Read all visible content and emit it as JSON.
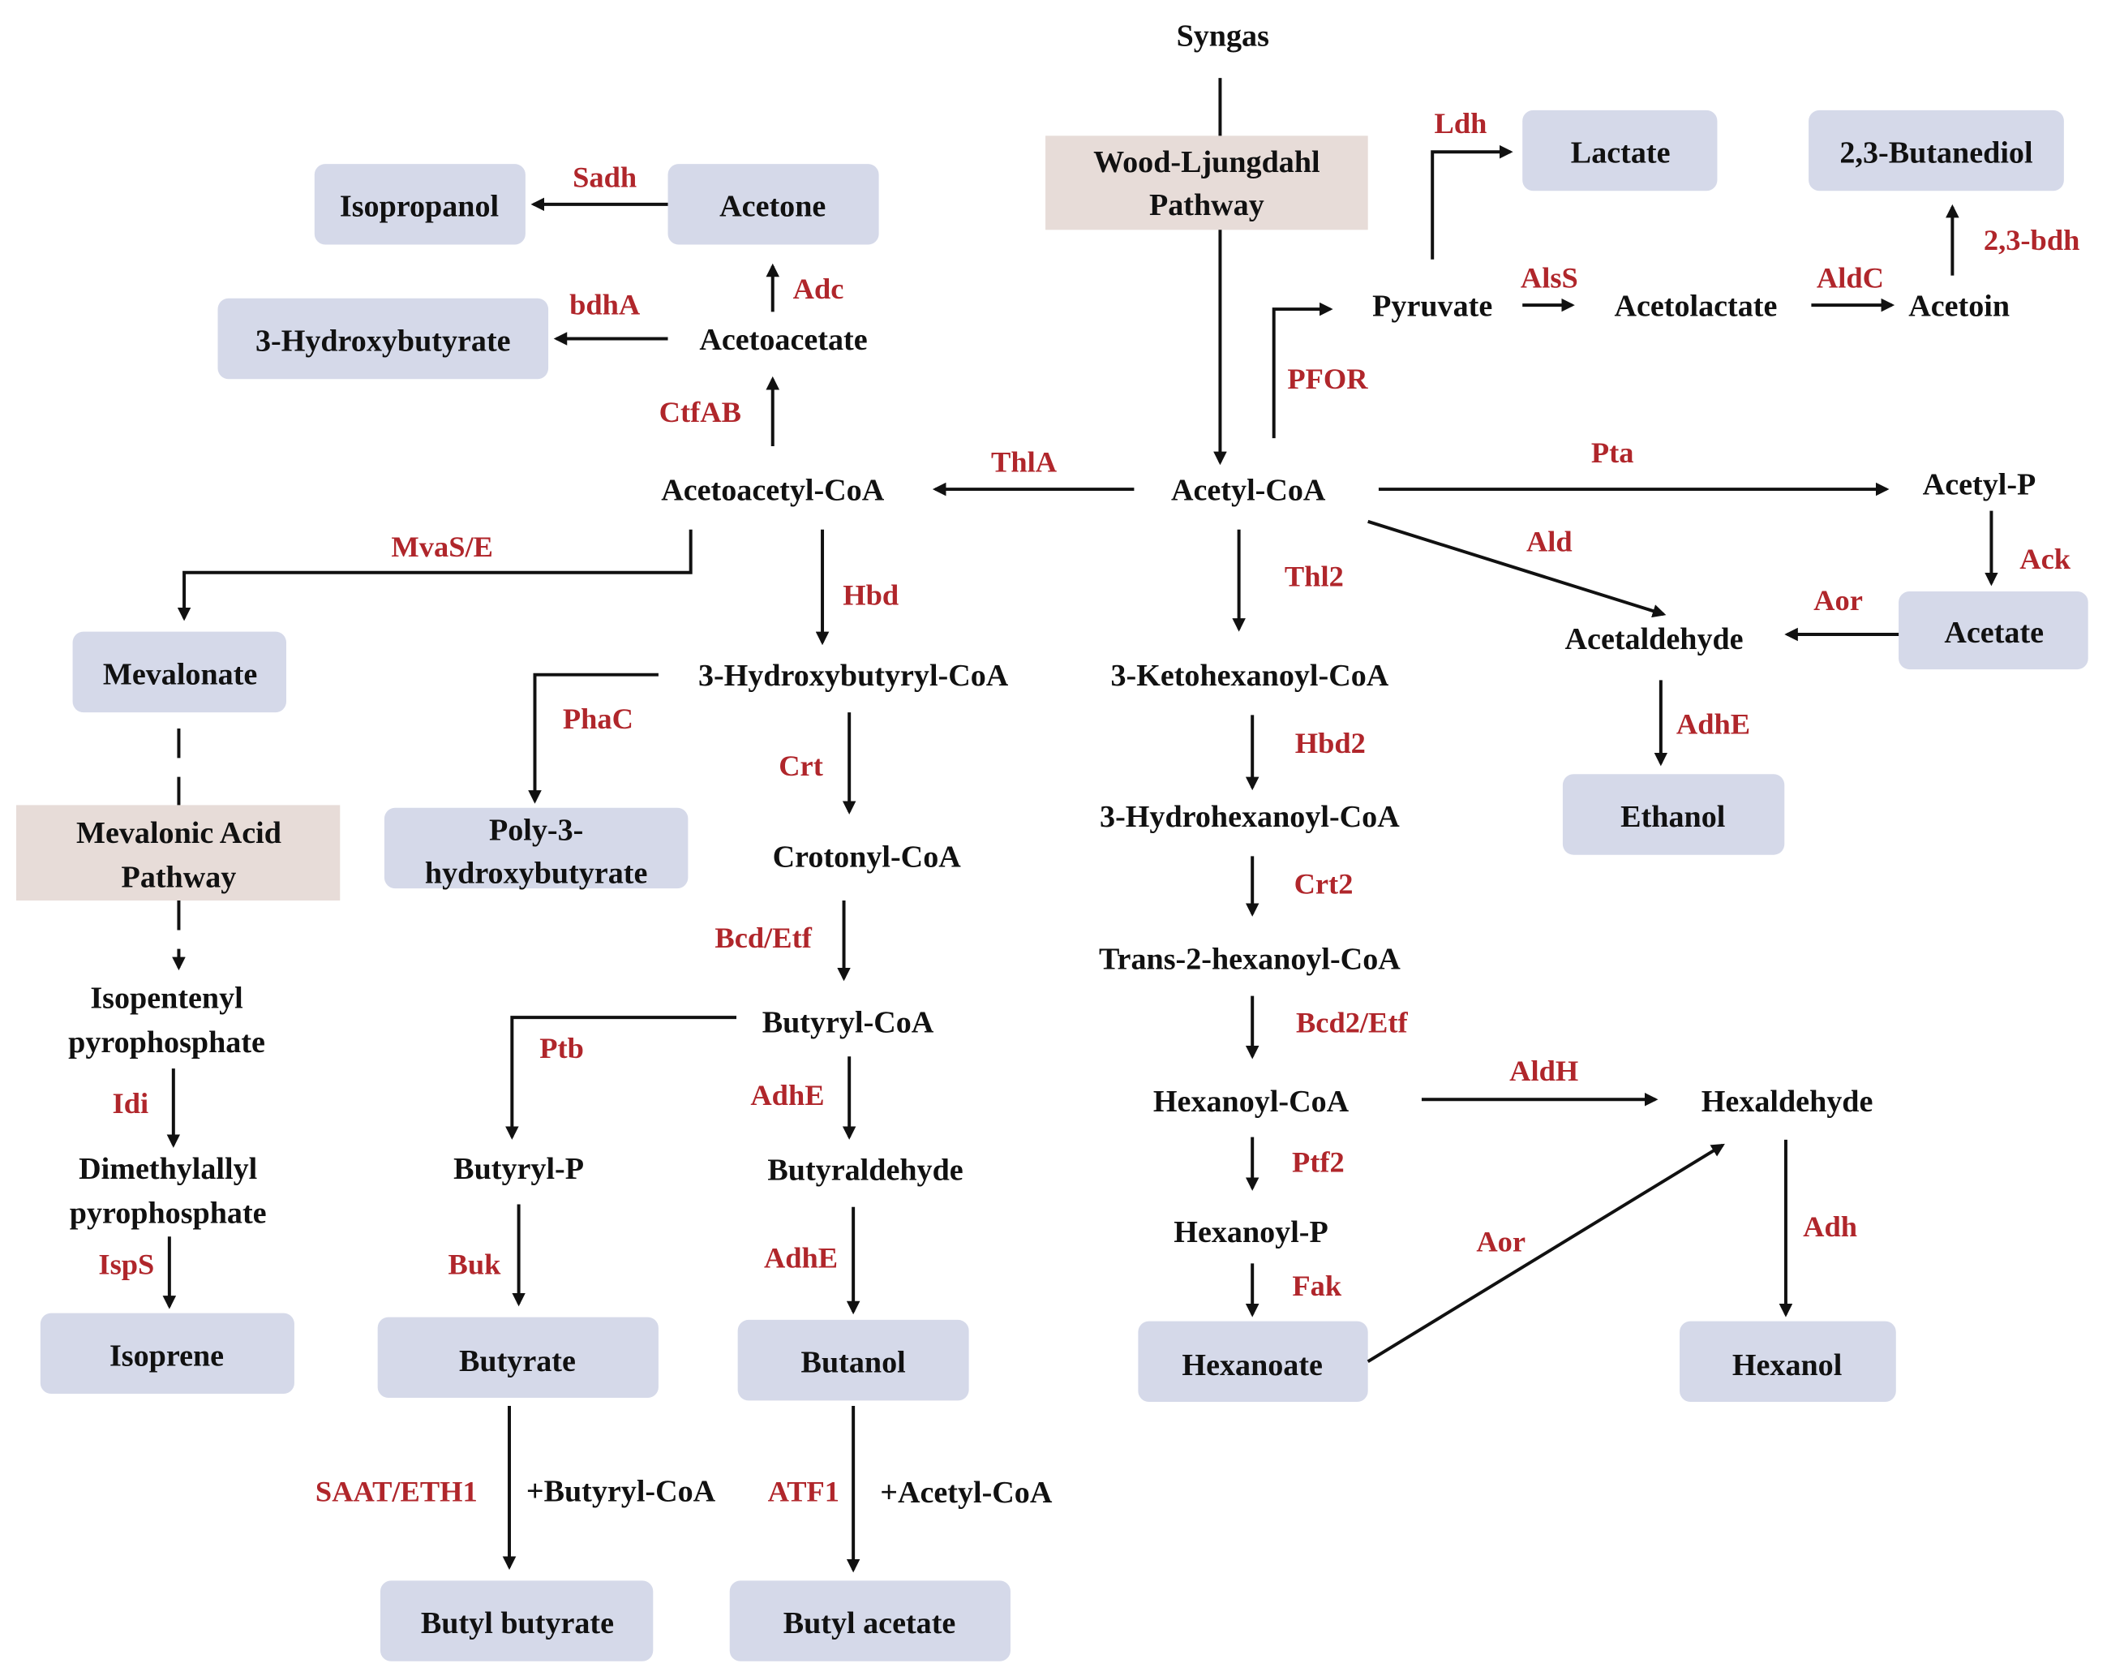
{
  "title": "Syngas fermentation metabolic pathways",
  "colors": {
    "product_box": "#d5d9e9",
    "pathway_box": "#e7dcd8",
    "enzyme_text": "#b0262b",
    "text": "#111111"
  },
  "nodes": {
    "syngas": "Syngas",
    "wlp_1": "Wood-Ljungdahl",
    "wlp_2": "Pathway",
    "lactate": "Lactate",
    "butanediol": "2,3-Butanediol",
    "isopropanol": "Isopropanol",
    "acetone": "Acetone",
    "hydroxybutyrate": "3-Hydroxybutyrate",
    "acetoacetate": "Acetoacetate",
    "pyruvate": "Pyruvate",
    "acetolactate": "Acetolactate",
    "acetoin": "Acetoin",
    "acetoacetyl_coa": "Acetoacetyl-CoA",
    "acetyl_coa": "Acetyl-CoA",
    "acetyl_p": "Acetyl-P",
    "mevalonate": "Mevalonate",
    "hb_coa": "3-Hydroxybutyryl-CoA",
    "ketohexanoyl_coa": "3-Ketohexanoyl-CoA",
    "acetaldehyde": "Acetaldehyde",
    "acetate": "Acetate",
    "mva_1": "Mevalonic Acid",
    "mva_2": "Pathway",
    "phb_1": "Poly-3-",
    "phb_2": "hydroxybutyrate",
    "crotonyl_coa": "Crotonyl-CoA",
    "hydrohexanoyl_coa": "3-Hydrohexanoyl-CoA",
    "ethanol": "Ethanol",
    "trans_hexenoyl_coa": "Trans-2-hexanoyl-CoA",
    "ipp_1": "Isopentenyl",
    "ipp_2": "pyrophosphate",
    "butyryl_coa": "Butyryl-CoA",
    "hexanoyl_coa": "Hexanoyl-CoA",
    "hexaldehyde": "Hexaldehyde",
    "dmapp_1": "Dimethylallyl",
    "dmapp_2": "pyrophosphate",
    "butyryl_p": "Butyryl-P",
    "butyraldehyde": "Butyraldehyde",
    "hexanoyl_p": "Hexanoyl-P",
    "isoprene": "Isoprene",
    "butyrate": "Butyrate",
    "butanol": "Butanol",
    "hexanoate": "Hexanoate",
    "hexanol": "Hexanol",
    "butyl_butyrate": "Butyl butyrate",
    "butyl_acetate": "Butyl acetate",
    "plus_butyryl_coa": "+Butyryl-CoA",
    "plus_acetyl_coa": "+Acetyl-CoA"
  },
  "enzymes": {
    "ldh": "Ldh",
    "sadh": "Sadh",
    "adc": "Adc",
    "bdha": "bdhA",
    "alss": "AlsS",
    "aldc": "AldC",
    "bdh23": "2,3-bdh",
    "pfor": "PFOR",
    "ctfab": "CtfAB",
    "thla": "ThlA",
    "pta": "Pta",
    "mvase": "MvaS/E",
    "ald": "Ald",
    "ack": "Ack",
    "thl2": "Thl2",
    "hbd": "Hbd",
    "aor1": "Aor",
    "phac": "PhaC",
    "adhe1": "AdhE",
    "hbd2": "Hbd2",
    "crt": "Crt",
    "crt2": "Crt2",
    "bcdetf": "Bcd/Etf",
    "bcd2etf": "Bcd2/Etf",
    "ptb": "Ptb",
    "adhe2": "AdhE",
    "aldh": "AldH",
    "idi": "Idi",
    "ptf2": "Ptf2",
    "isps": "IspS",
    "buk": "Buk",
    "adhe3": "AdhE",
    "aor2": "Aor",
    "adh": "Adh",
    "fak": "Fak",
    "saat": "SAAT/ETH1",
    "atf1": "ATF1"
  }
}
